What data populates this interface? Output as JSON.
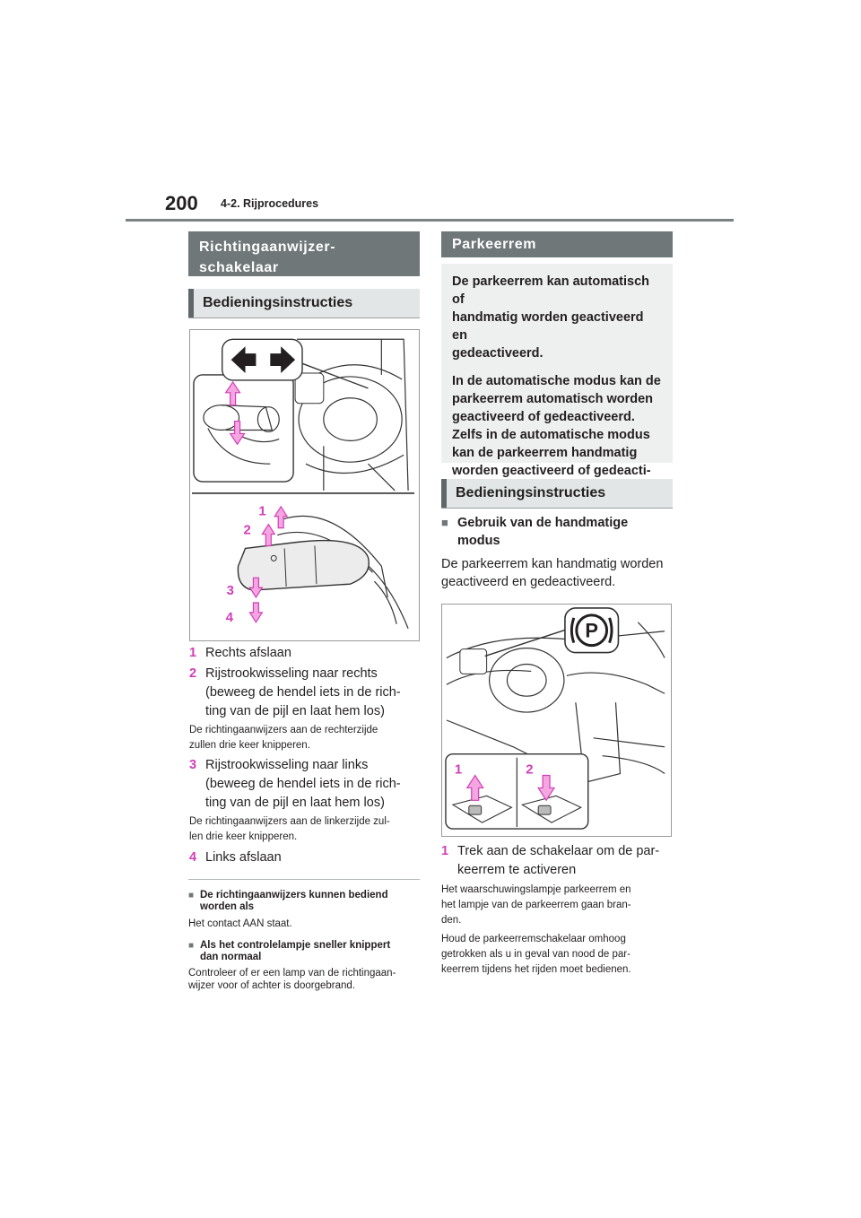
{
  "header": {
    "page_number": "200",
    "section": "4-2. Rijprocedures"
  },
  "left": {
    "heading": "Richtingaanwijzer-\nschakelaar",
    "subheading": "Bedieningsinstructies",
    "figure_labels": [
      "1",
      "2",
      "3",
      "4"
    ],
    "steps": [
      {
        "num": "1",
        "text": "Rechts afslaan"
      },
      {
        "num": "2",
        "text": "Rijstrookwisseling naar rechts\n(beweeg de hendel iets in de rich-\nting van de pijl en laat hem los)"
      },
      {
        "num": "3",
        "text": "Rijstrookwisseling naar links\n(beweeg de hendel iets in de rich-\nting van de pijl en laat hem los)"
      },
      {
        "num": "4",
        "text": "Links afslaan"
      }
    ],
    "note_2": "De richtingaanwijzers aan de rechterzijde\nzullen drie keer knipperen.",
    "note_3": "De richtingaanwijzers aan de linkerzijde zul-\nlen drie keer knipperen.",
    "bullets": [
      {
        "title": "De richtingaanwijzers kunnen bediend\nworden als",
        "text": "Het contact AAN staat."
      },
      {
        "title": "Als het controlelampje sneller knippert\ndan normaal",
        "text": "Controleer of er een lamp van de richtingaan-\nwijzer voor of achter is doorgebrand."
      }
    ]
  },
  "right": {
    "heading": "Parkeerrem",
    "info": [
      "De parkeerrem kan automatisch of\nhandmatig worden geactiveerd en\ngedeactiveerd.",
      "In de automatische modus kan de\nparkeerrem automatisch worden\ngeactiveerd of gedeactiveerd.\nZelfs in de automatische modus\nkan de parkeerrem handmatig\nworden geactiveerd of gedeacti-\nveerd."
    ],
    "subheading": "Bedieningsinstructies",
    "mode_head": "Gebruik van de handmatige\nmodus",
    "mode_text": "De parkeerrem kan handmatig worden\ngeactiveerd en gedeactiveerd.",
    "figure_labels": [
      "1",
      "2"
    ],
    "figure_symbol": "P",
    "step": {
      "num": "1",
      "text": "Trek aan de schakelaar om de par-\nkeerrem te activeren"
    },
    "notes": [
      "Het waarschuwingslampje parkeerrem en\nhet lampje van de parkeerrem gaan bran-\nden.",
      "Houd de parkeerremschakelaar omhoog\ngetrokken als u in geval van nood de par-\nkeerrem tijdens het rijden moet bedienen."
    ]
  },
  "colors": {
    "accent": "#d23db8",
    "heading_bg": "#6f7779",
    "subheading_bg": "#e3e6e6",
    "info_bg": "#eeefef"
  }
}
